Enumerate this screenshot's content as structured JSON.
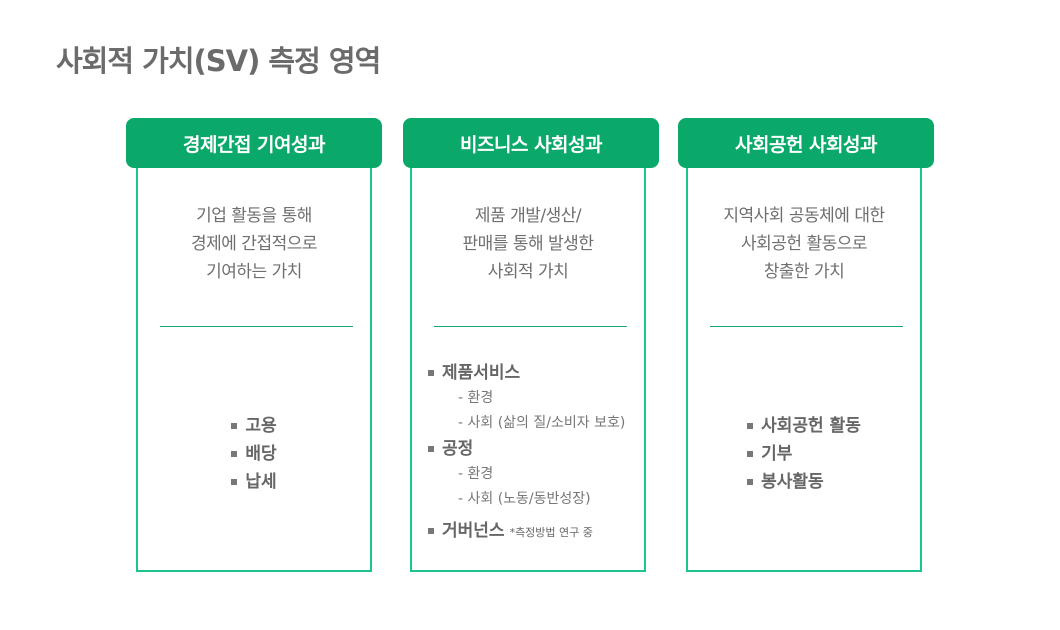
{
  "page": {
    "title": "사회적 가치(SV) 측정 영역"
  },
  "colors": {
    "header_green": "#0aa96a",
    "border_green": "#1dc688",
    "text_gray": "#666666"
  },
  "cards": [
    {
      "title": "경제간접 기여성과",
      "desc": [
        "기업 활동을 통해",
        "경제에 간접적으로",
        "기여하는 가치"
      ],
      "items": [
        {
          "label": "고용"
        },
        {
          "label": "배당"
        },
        {
          "label": "납세"
        }
      ]
    },
    {
      "title": "비즈니스 사회성과",
      "desc": [
        "제품 개발/생산/",
        "판매를 통해 발생한",
        "사회적 가치"
      ],
      "items": [
        {
          "label": "제품서비스",
          "subs": [
            "- 환경",
            "- 사회 (삶의 질/소비자 보호)"
          ]
        },
        {
          "label": "공정",
          "subs": [
            "- 환경",
            "- 사회 (노동/동반성장)"
          ]
        },
        {
          "label": "거버넌스",
          "note": "*측정방법 연구 중"
        }
      ]
    },
    {
      "title": "사회공헌 사회성과",
      "desc": [
        "지역사회 공동체에 대한",
        "사회공헌 활동으로",
        "창출한 가치"
      ],
      "items": [
        {
          "label": "사회공헌 활동"
        },
        {
          "label": "기부"
        },
        {
          "label": "봉사활동"
        }
      ]
    }
  ]
}
